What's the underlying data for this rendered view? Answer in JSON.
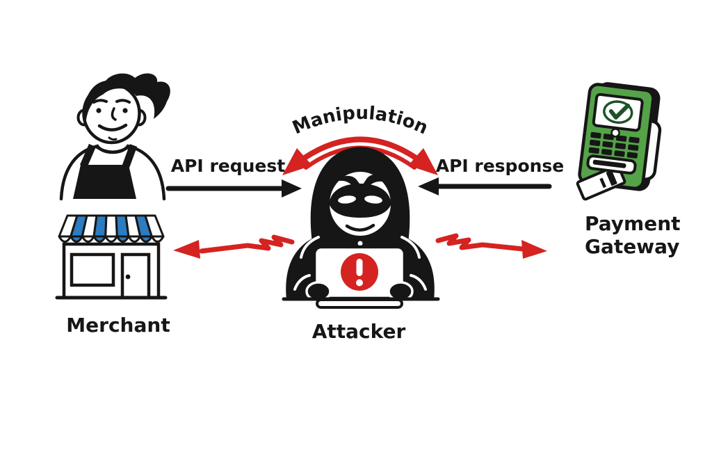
{
  "colors": {
    "paper": "#ffffff",
    "ink": "#161616",
    "red": "#d42320",
    "blue": "#2b7cc0",
    "green": "#55a348",
    "checkgreen": "#1d5128"
  },
  "nodes": {
    "merchant": {
      "label": "Merchant",
      "icons": [
        "shopkeeper-icon",
        "storefront-icon"
      ]
    },
    "attacker": {
      "label": "Attacker",
      "icons": [
        "hooded-hacker-icon",
        "laptop-icon",
        "warning-exclamation-icon"
      ]
    },
    "payment_gateway": {
      "label_lines": [
        "Payment",
        "Gateway"
      ],
      "icons": [
        "pos-terminal-icon",
        "payment-card-icon",
        "checkmark-icon"
      ]
    }
  },
  "connections": {
    "api_request": {
      "label": "API request",
      "from": "merchant",
      "to": "attacker",
      "style": "black-arrow-right"
    },
    "api_response": {
      "label": "API response",
      "from": "payment_gateway",
      "to": "attacker",
      "style": "black-arrow-left"
    },
    "manipulation": {
      "label": "Manipulation",
      "style": "red-curved-double-headed-arrow"
    },
    "tamper_left": {
      "from": "attacker",
      "to": "merchant",
      "style": "red-zigzag-arrow"
    },
    "tamper_right": {
      "from": "attacker",
      "to": "payment_gateway",
      "style": "red-zigzag-arrow"
    }
  }
}
